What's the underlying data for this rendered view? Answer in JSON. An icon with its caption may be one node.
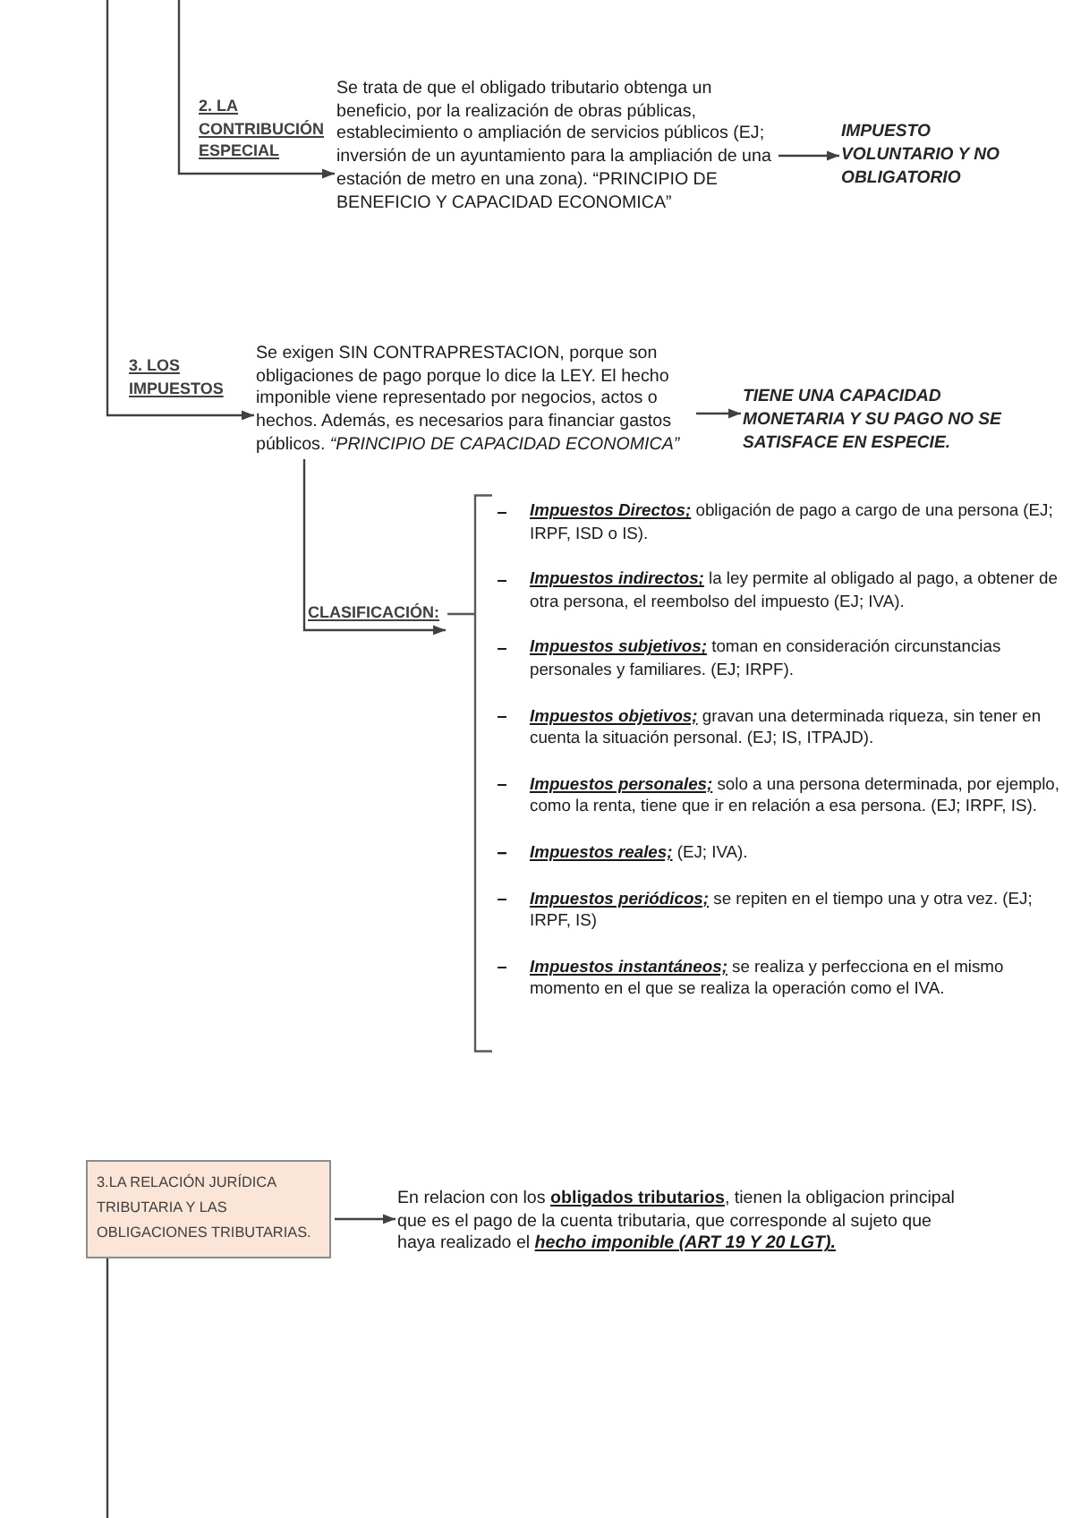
{
  "diagram": {
    "nodes": [
      {
        "text": [
          "Se trata de que el obligado tributario obtenga un beneficio, por la realización de obras públicas, establecimiento o ampliación de servicios públicos (EJ; inversión de un ayuntamiento para la ampliación de una estación de metro en una zona). “PRINCIPIO DE BENEFICIO Y CAPACIDAD ECONOMICA”"
        ]
      },
      {
        "text": [
          "IMPUESTO VOLUNTARIO Y NO OBLIGATORIO"
        ]
      },
      {
        "text": [
          "Se exigen SIN CONTRAPRESTACION, porque son obligaciones de pago porque lo dice la LEY. El hecho imponible viene representado por negocios, actos o hechos. Además, es necesarios para financiar gastos públicos. *“PRINCIPIO DE CAPACIDAD ECONOMICA”*"
        ]
      },
      {
        "text": [
          "TIENE UNA CAPACIDAD MONETARIA Y SU PAGO NO SE SATISFACE EN ESPECIE."
        ]
      },
      {
        "text": [
          "**Impuestos Directos;** obligación de pago a cargo de una persona (EJ; IRPF, ISD o IS).",
          "**Impuestos indirectos;** la ley permite al obligado al pago, a obtener de otra persona, el reembolso del impuesto (EJ; IVA).",
          "**Impuestos subjetivos;** toman en consideración circunstancias personales y familiares. (EJ; IRPF).",
          "**Impuestos objetivos;** gravan una determinada riqueza, sin tener en cuenta la situación personal. (EJ; IS, ITPAJD).",
          "**Impuestos personales;** solo a una persona determinada, por ejemplo, como la renta, tiene que ir en relación a esa persona. (EJ; IRPF, IS).",
          "**Impuestos reales;** (EJ; IVA).",
          "**Impuestos periódicos;** se repiten en el tiempo una y otra vez. (EJ; IRPF, IS)",
          "**Impuestos instantáneos;** se realiza y perfecciona en el mismo momento en el que se realiza la operación como el IVA."
        ]
      },
      {
        "text": [
          "3.LA RELACIÓN JURÍDICA TRIBUTARIA Y LAS OBLIGACIONES TRIBUTARIAS."
        ]
      },
      {
        "text": [
          "En relacion con los **obligados tributarios**, tienen la obligacion principal que es el pago de la cuenta tributaria, que corresponde al sujeto que haya realizado el *hecho imponible (ART 19 Y 20 LGT).*"
        ]
      }
    ],
    "edges": [
      {
        "from": null,
        "to": 0,
        "arrow": "to",
        "label": "2. LA CONTRIBUCIÓN ESPECIAL"
      },
      {
        "from": 0,
        "to": 1,
        "arrow": "to"
      },
      {
        "from": null,
        "to": 2,
        "arrow": "to",
        "label": "3. LOS IMPUESTOS"
      },
      {
        "from": 2,
        "to": 3,
        "arrow": "to"
      },
      {
        "from": 2,
        "to": 4,
        "arrow": "to",
        "label": "CLASIFICACIÓN:"
      },
      {
        "from": 5,
        "to": 6,
        "arrow": "to"
      },
      {
        "from": 5,
        "to": null,
        "arrow": "none"
      }
    ]
  }
}
